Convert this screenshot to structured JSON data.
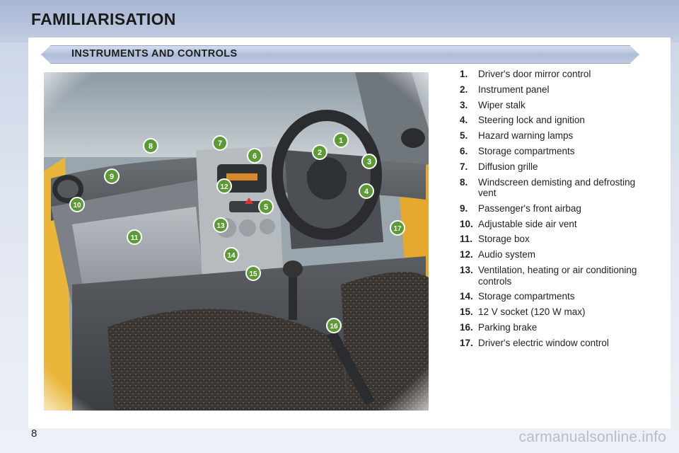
{
  "header": {
    "title": "FAMILIARISATION"
  },
  "section": {
    "title": "INSTRUMENTS AND CONTROLS"
  },
  "callouts": [
    "1",
    "2",
    "3",
    "4",
    "5",
    "6",
    "7",
    "8",
    "9",
    "10",
    "11",
    "12",
    "13",
    "14",
    "15",
    "16",
    "17"
  ],
  "legend": [
    {
      "num": "1.",
      "text": "Driver's door mirror control"
    },
    {
      "num": "2.",
      "text": "Instrument panel"
    },
    {
      "num": "3.",
      "text": "Wiper stalk"
    },
    {
      "num": "4.",
      "text": "Steering lock and ignition"
    },
    {
      "num": "5.",
      "text": "Hazard warning lamps"
    },
    {
      "num": "6.",
      "text": "Storage compartments"
    },
    {
      "num": "7.",
      "text": "Diffusion grille"
    },
    {
      "num": "8.",
      "text": "Windscreen demisting and defrosting vent"
    },
    {
      "num": "9.",
      "text": "Passenger's front airbag"
    },
    {
      "num": "10.",
      "text": "Adjustable side air vent"
    },
    {
      "num": "11.",
      "text": "Storage box"
    },
    {
      "num": "12.",
      "text": "Audio system"
    },
    {
      "num": "13.",
      "text": "Ventilation, heating or air conditioning controls"
    },
    {
      "num": "14.",
      "text": "Storage compartments"
    },
    {
      "num": "15.",
      "text": "12 V socket (120 W max)"
    },
    {
      "num": "16.",
      "text": "Parking brake"
    },
    {
      "num": "17.",
      "text": "Driver's electric window control"
    }
  ],
  "page": {
    "number": "8"
  },
  "watermark": "carmanualsonline.info",
  "colors": {
    "callout_green": "#5c9a35",
    "header_blue": "#a7b6d3"
  }
}
